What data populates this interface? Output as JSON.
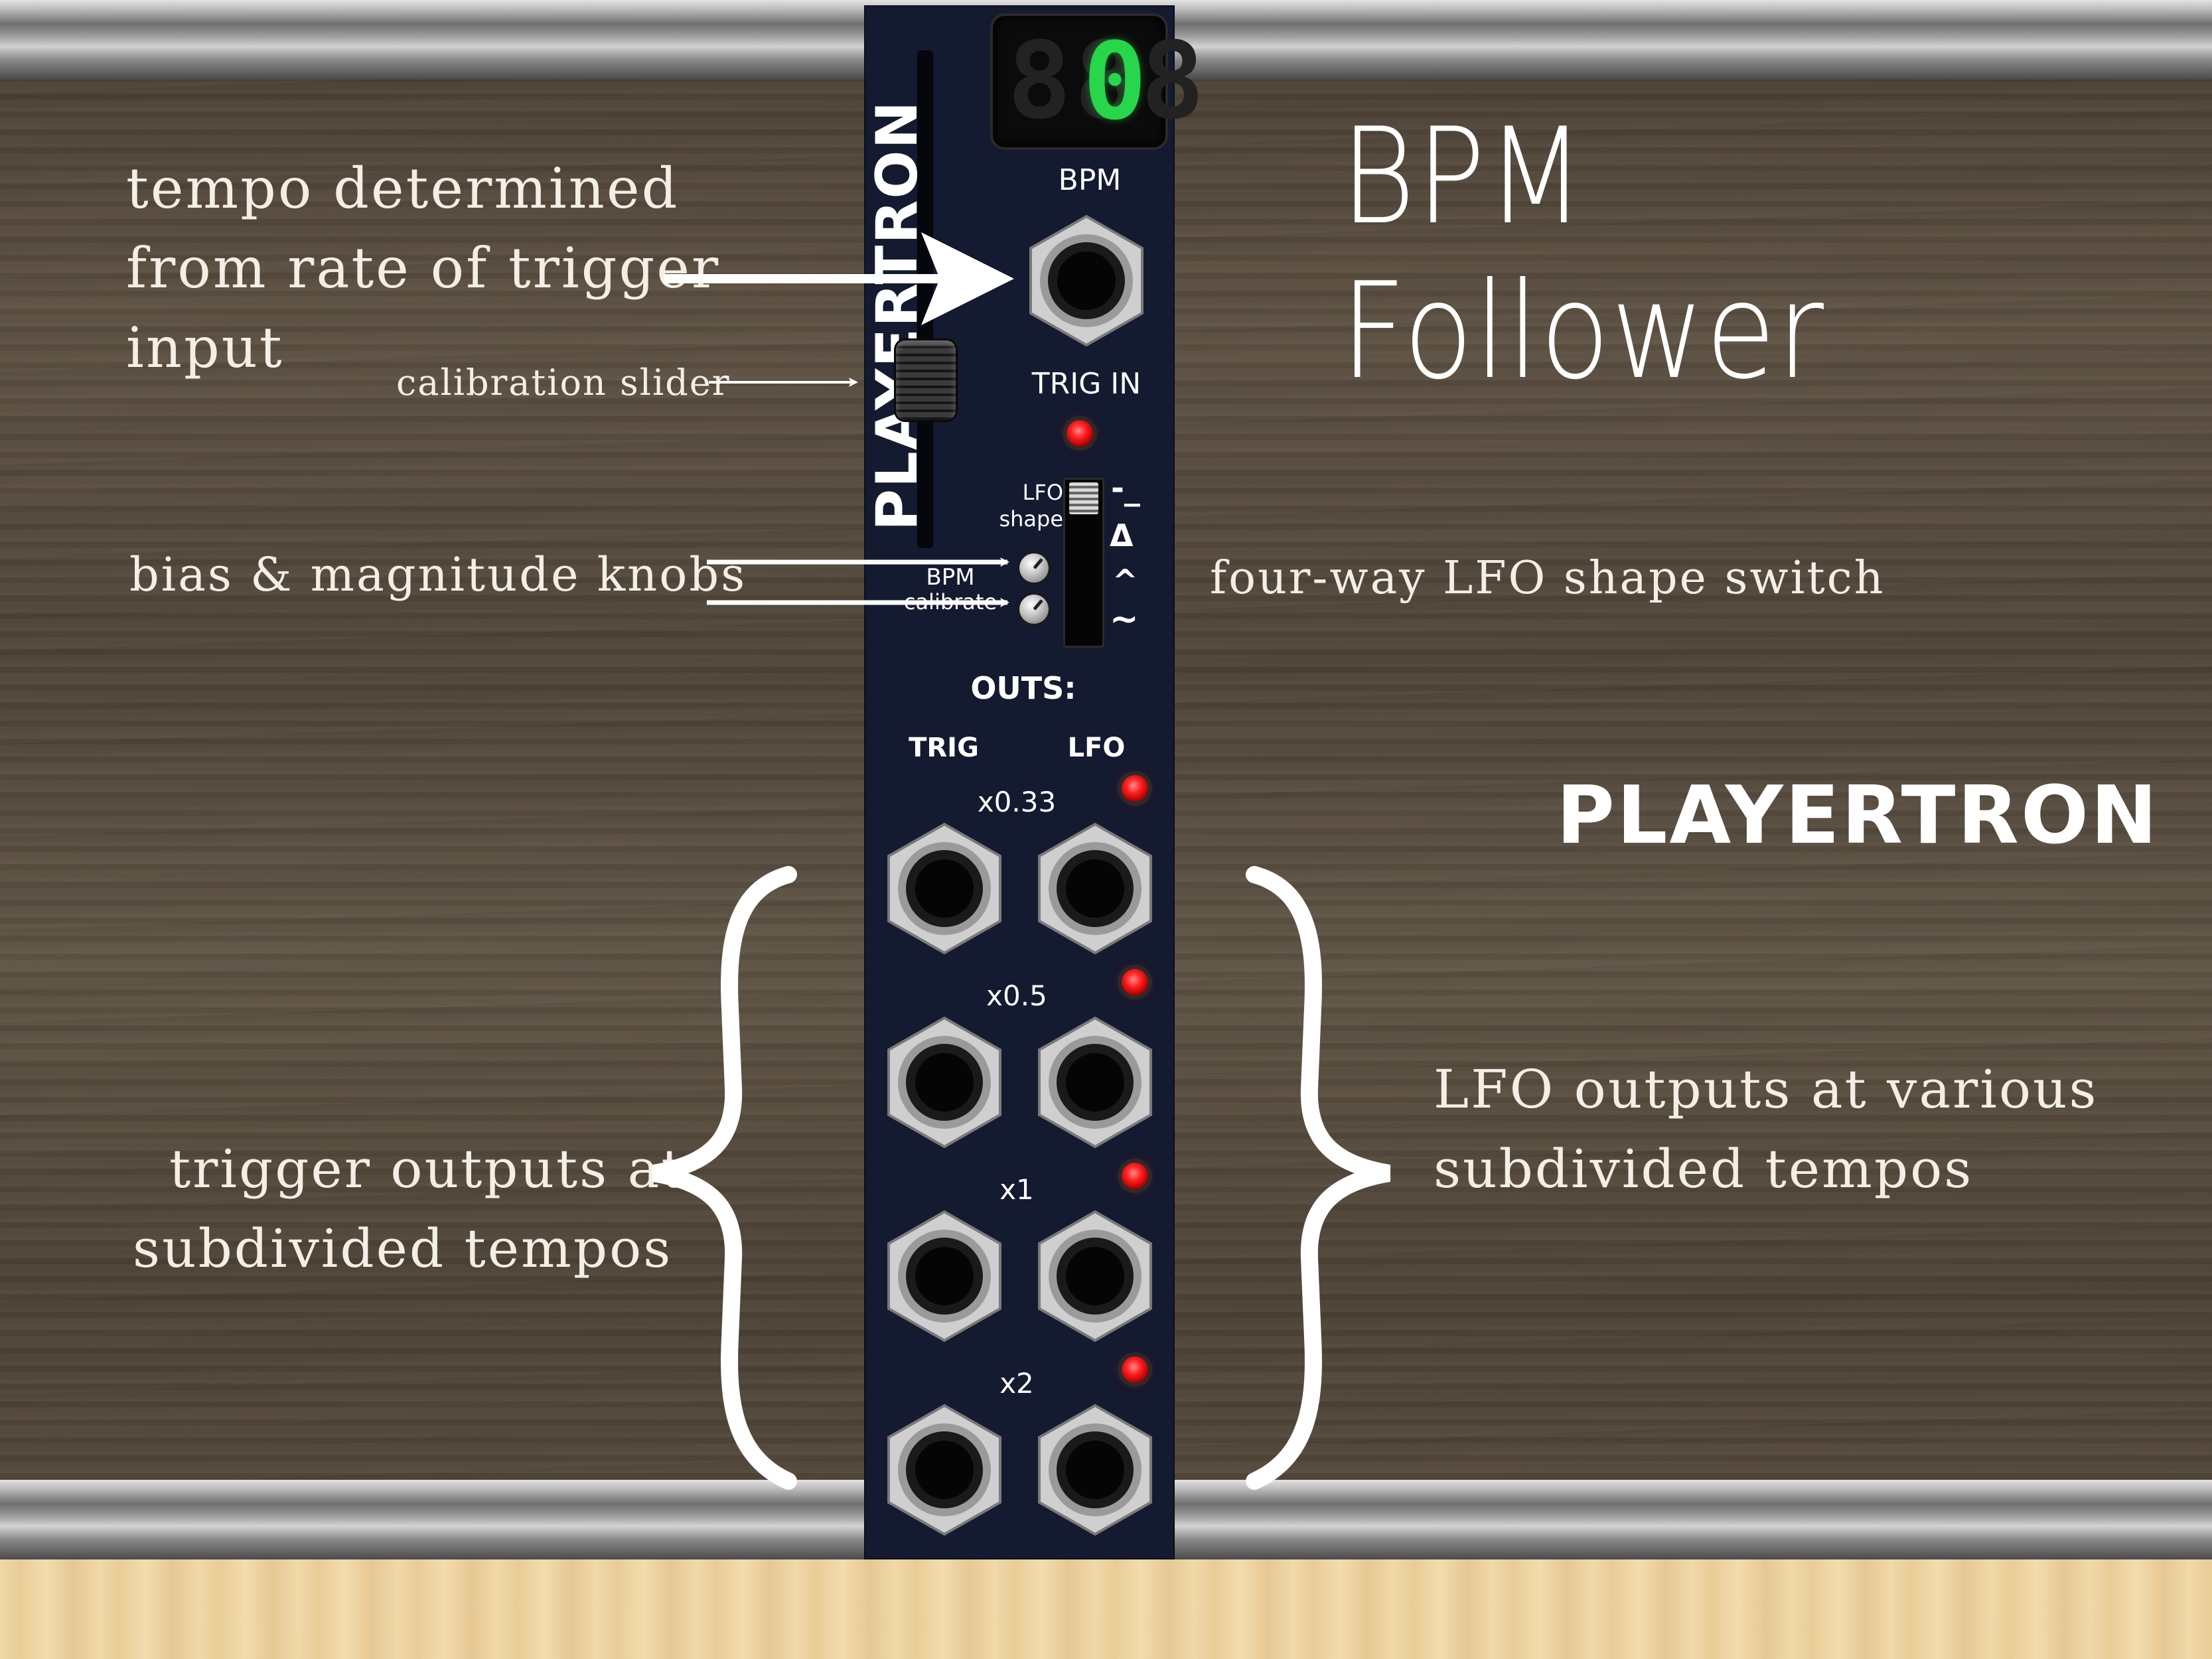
{
  "page": {
    "title": "BPM Follower",
    "brand": "PLAYERTRON"
  },
  "module": {
    "brand_vertical": "PLAYERTRON",
    "display": {
      "ghost_digits": "888",
      "live_digit": "0",
      "label": "BPM"
    },
    "trig_in_label": "TRIG IN",
    "lfo_shape_label_line1": "LFO",
    "lfo_shape_label_line2": "shape",
    "shape_options": [
      "-_",
      "Δ",
      "^",
      "~"
    ],
    "knob_labels": {
      "line1": "BPM",
      "line2": "calibrate"
    },
    "outs_label": "OUTS:",
    "column_labels": {
      "trig": "TRIG",
      "lfo": "LFO"
    },
    "rows": [
      {
        "label": "x0.33"
      },
      {
        "label": "x0.5"
      },
      {
        "label": "x1"
      },
      {
        "label": "x2"
      }
    ]
  },
  "annotations": {
    "tempo": [
      "tempo determined",
      "from rate of trigger",
      "input"
    ],
    "calibration": "calibration slider",
    "bias": "bias & magnitude knobs",
    "lfo_switch": "four-way LFO shape switch",
    "trigger_outputs": [
      "trigger outputs at",
      "subdivided tempos"
    ],
    "lfo_outputs": [
      "LFO outputs at various",
      "subdivided tempos"
    ]
  },
  "colors": {
    "panel": "#141a2f",
    "display_digit": "#27d64a",
    "led": "#ff2020",
    "annotation_text": "#f4efe6"
  },
  "icons": [
    "jack-socket-icon",
    "led-indicator-icon",
    "knob-icon",
    "arrow-icon",
    "brace-icon"
  ]
}
